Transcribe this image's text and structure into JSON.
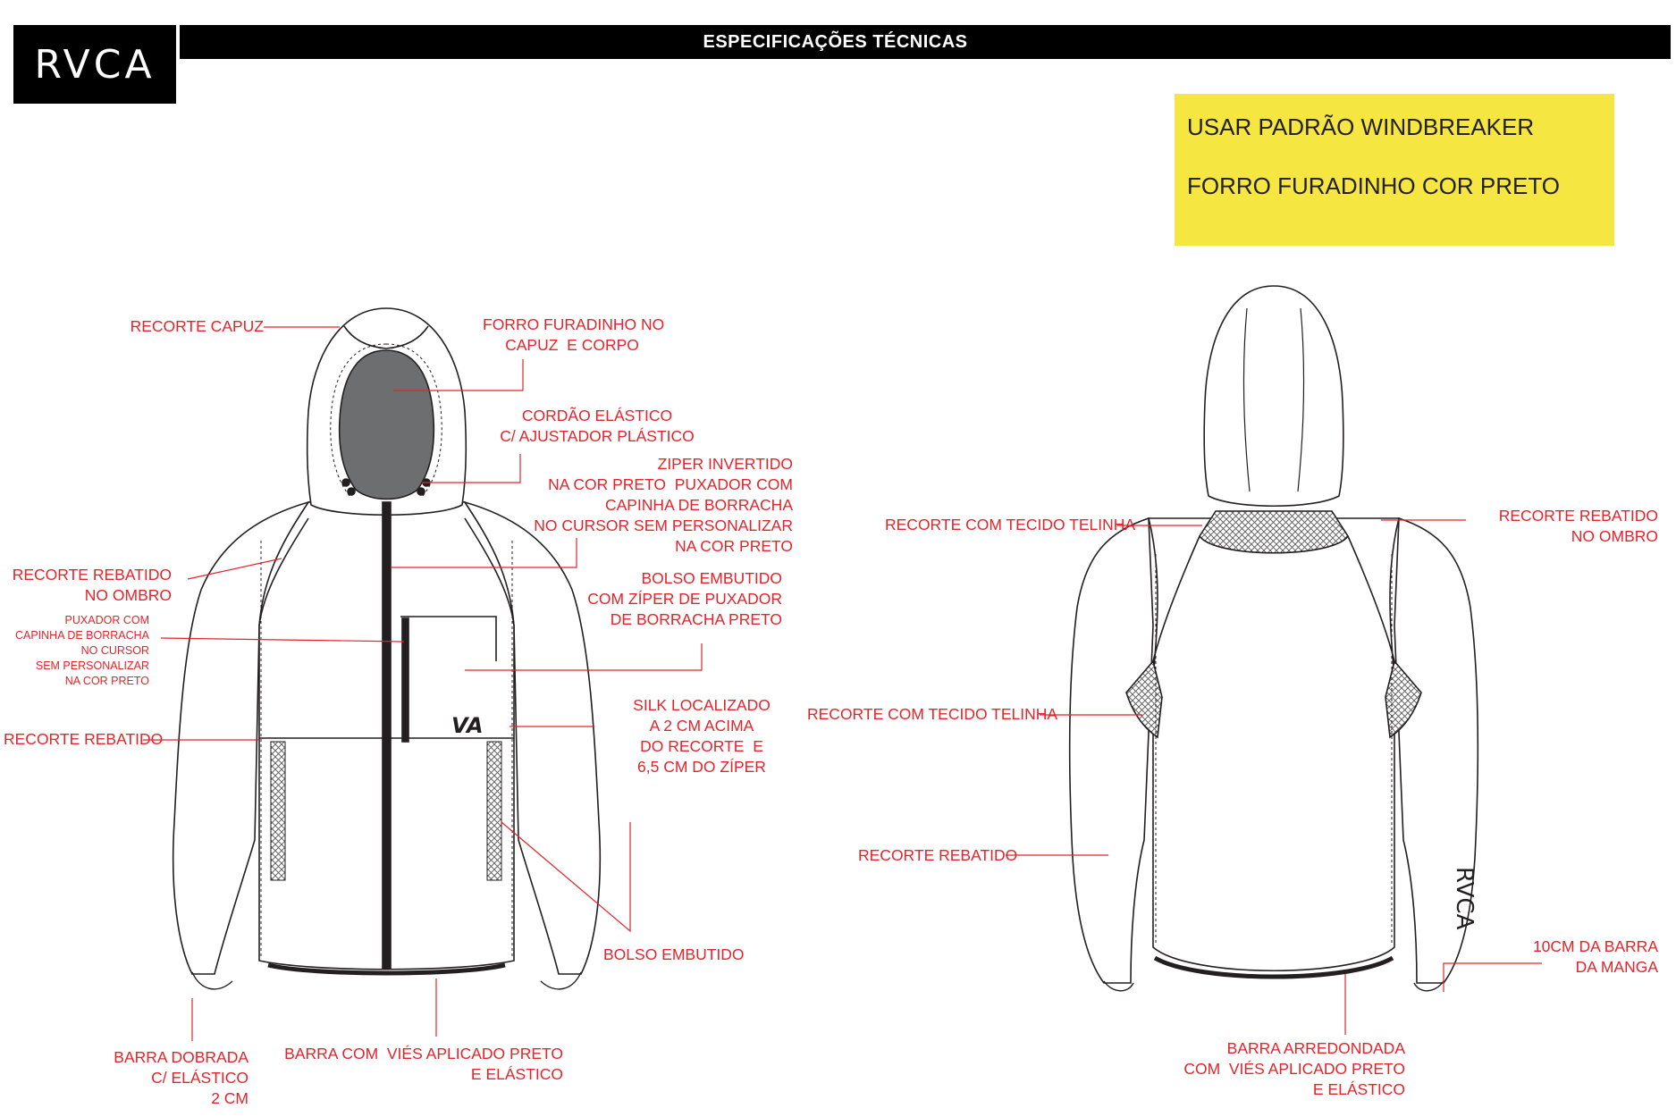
{
  "header": {
    "logo": "RVCA",
    "title": "ESPECIFICAÇÕES TÉCNICAS"
  },
  "note": {
    "line1": "USAR PADRÃO WINDBREAKER",
    "line2": "FORRO FURADINHO COR PRETO"
  },
  "front_labels": {
    "hood_seam": "RECORTE CAPUZ",
    "lining": "FORRO FURADINHO NO\nCAPUZ  E CORPO",
    "drawcord": "CORDÃO ELÁSTICO\nC/ AJUSTADOR PLÁSTICO",
    "zipper": "ZIPER INVERTIDO\nNA COR PRETO  PUXADOR COM\nCAPINHA DE BORRACHA\nNO CURSOR SEM PERSONALIZAR\nNA COR PRETO",
    "shoulder": "RECORTE REBATIDO\nNO OMBRO",
    "chest_pocket": "BOLSO EMBUTIDO\nCOM ZÍPER DE PUXADOR\nDE BORRACHA PRETO",
    "puller": "PUXADOR COM\nCAPINHA DE BORRACHA\nNO CURSOR\nSEM PERSONALIZAR\nNA COR PRETO",
    "silk": "SILK LOCALIZADO\nA 2 CM ACIMA\nDO RECORTE  E\n6,5 CM DO ZÍPER",
    "seam": "RECORTE REBATIDO",
    "side_pocket": "BOLSO EMBUTIDO",
    "cuff": "BARRA DOBRADA\nC/ ELÁSTICO\n2 CM",
    "hem": "BARRA COM  VIÉS APLICADO PRETO\nE ELÁSTICO"
  },
  "back_labels": {
    "yoke_mesh": "RECORTE COM TECIDO TELINHA",
    "shoulder": "RECORTE REBATIDO\nNO OMBRO",
    "side_mesh": "RECORTE COM TECIDO TELINHA",
    "seam": "RECORTE REBATIDO",
    "sleeve_logo": "10CM DA BARRA\nDA MANGA",
    "hem": "BARRA ARREDONDADA\nCOM  VIÉS APLICADO PRETO\nE ELÁSTICO"
  },
  "graphics": {
    "chest_logo": "VA",
    "sleeve_logo": "RVCA"
  },
  "colors": {
    "label_red": "#e3242b",
    "note_yellow": "#f5e641",
    "lining_gray": "#6d6e70"
  }
}
